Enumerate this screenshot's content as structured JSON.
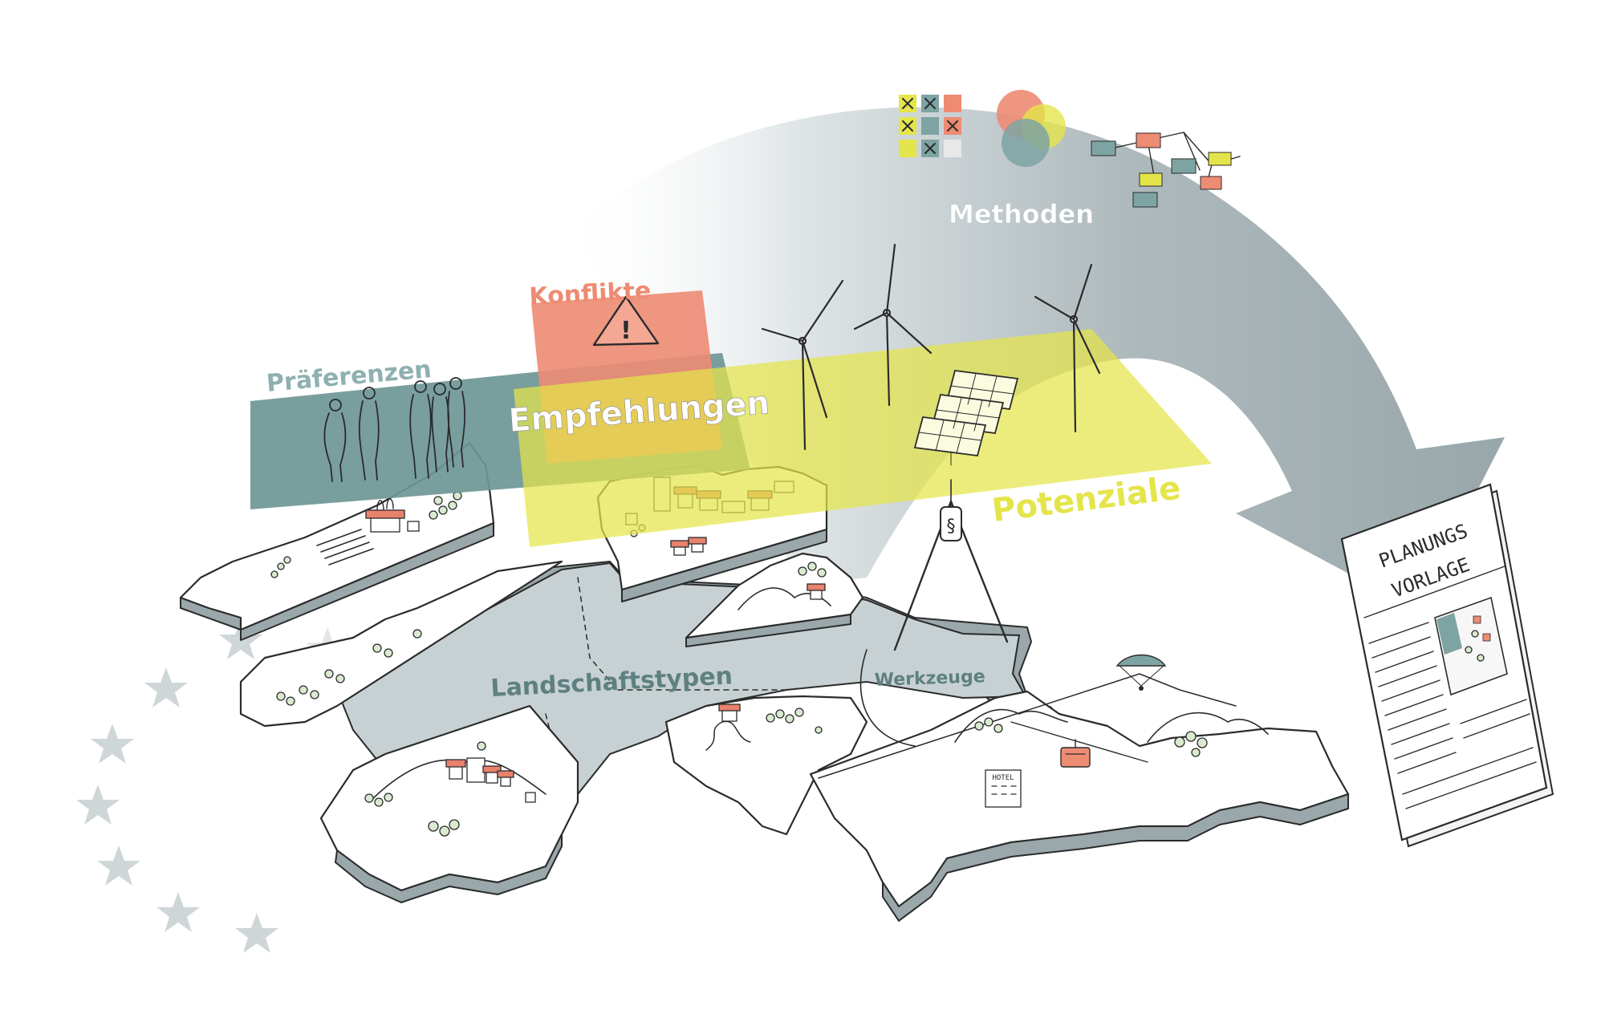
{
  "labels": {
    "methoden": "Methoden",
    "konflikte": "Konflikte",
    "praeferenzen": "Präferenzen",
    "empfehlungen": "Empfehlungen",
    "potenziale": "Potenziale",
    "landschaftstypen": "Landschaftstypen",
    "werkzeuge": "Werkzeuge",
    "document_line1": "PLANUNGS",
    "document_line2": "VORLAGE",
    "hotel_sign": "HOTEL",
    "warning_symbol": "!",
    "paragraph_symbol": "§"
  },
  "colors": {
    "arrow": "#9eadb1",
    "praeferenzen": "#6e9696",
    "konflikte": "#ed8b73",
    "potenziale": "#e4e54a",
    "empfehlungen_text": "#ffffff",
    "landschaftstypen_fill": "#c7d1d3",
    "stars": "#cfd6d8",
    "label_dark": "#5f8080"
  },
  "icons": [
    "cross-grid-icon",
    "venn-diagram-icon",
    "flowchart-icon",
    "warning-triangle-icon",
    "wind-turbine-icon",
    "solar-panel-icon",
    "compass-divider-icon",
    "paraglider-icon",
    "cable-car-icon",
    "hotel-icon",
    "planning-document-icon",
    "eu-star-icon"
  ]
}
